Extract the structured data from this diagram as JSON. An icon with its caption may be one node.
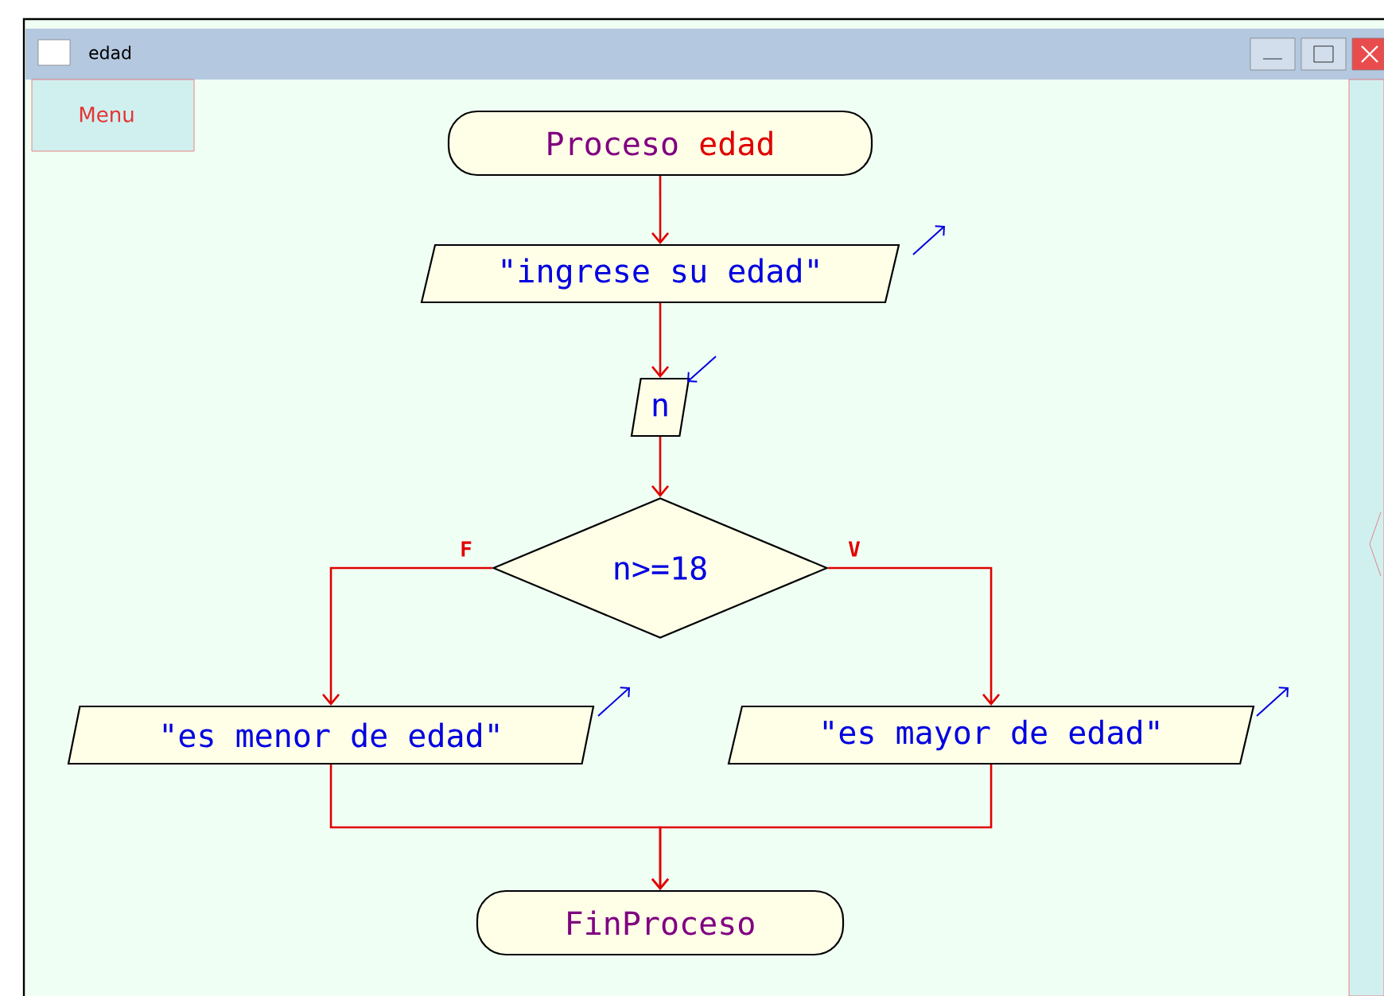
{
  "diagram": {
    "title": "edad",
    "nodes": [
      {
        "text": [
          "Proceso",
          "edad"
        ]
      },
      {
        "text": [
          "\"ingrese su edad\""
        ]
      },
      {
        "text": [
          "n"
        ]
      },
      {
        "text": [
          "n>=18"
        ]
      },
      {
        "text": [
          "\"es menor de edad\""
        ]
      },
      {
        "text": [
          "\"es mayor de edad\""
        ]
      },
      {
        "text": [
          "FinProceso"
        ]
      }
    ],
    "edges": [
      {
        "from": 0,
        "to": 1,
        "arrow": "to"
      },
      {
        "from": 1,
        "to": 2,
        "arrow": "to"
      },
      {
        "from": 2,
        "to": 3,
        "arrow": "to"
      },
      {
        "from": 3,
        "to": 4,
        "arrow": "to",
        "label": "F"
      },
      {
        "from": 3,
        "to": 5,
        "arrow": "to",
        "label": "V"
      },
      {
        "from": 4,
        "to": 6,
        "arrow": "to"
      },
      {
        "from": 5,
        "to": 6,
        "arrow": "to"
      }
    ],
    "labels": [
      "Menu"
    ]
  }
}
